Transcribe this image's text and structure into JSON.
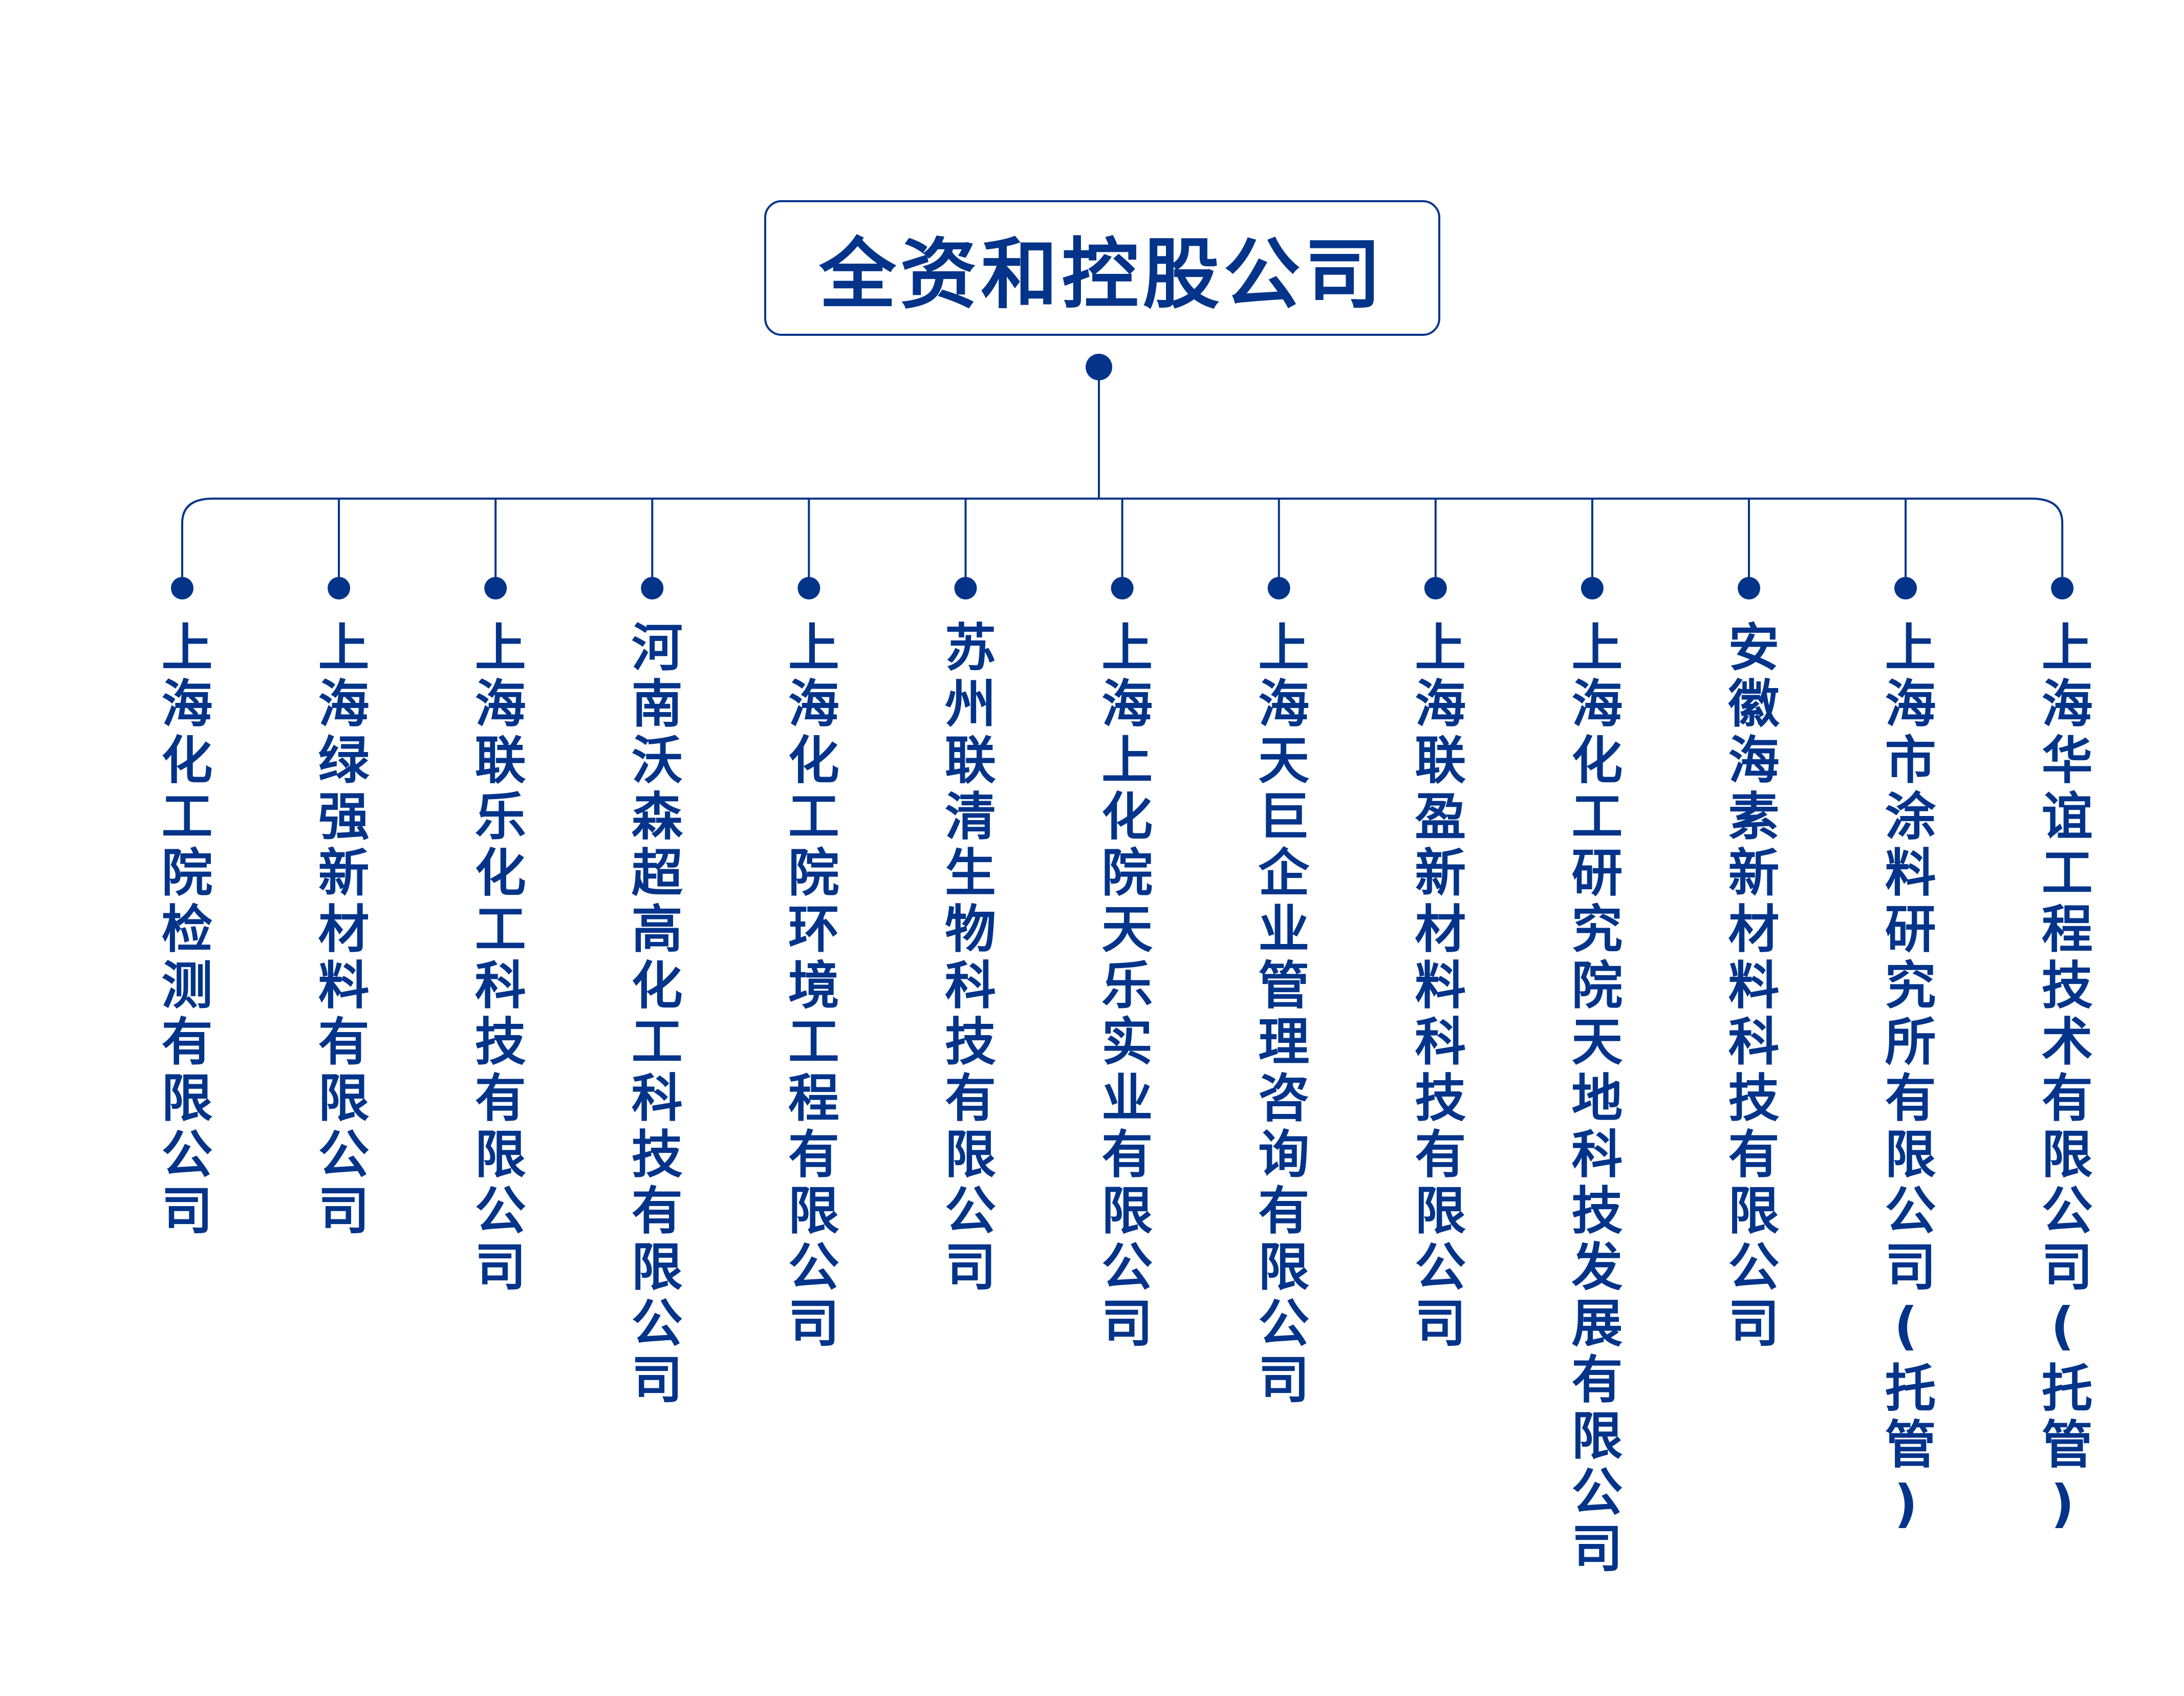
{
  "root": {
    "title": "全资和控股公司"
  },
  "subsidiaries": [
    {
      "name": "上海化工院检测有限公司"
    },
    {
      "name": "上海绿强新材料有限公司"
    },
    {
      "name": "上海联乐化工科技有限公司"
    },
    {
      "name": "河南沃森超高化工科技有限公司"
    },
    {
      "name": "上海化工院环境工程有限公司"
    },
    {
      "name": "苏州联清生物科技有限公司"
    },
    {
      "name": "上海上化院天乐实业有限公司"
    },
    {
      "name": "上海天巨企业管理咨询有限公司"
    },
    {
      "name": "上海联盈新材料科技有限公司"
    },
    {
      "name": "上海化工研究院天地科技发展有限公司"
    },
    {
      "name": "安徽海素新材料科技有限公司"
    },
    {
      "name": "上海市涂料研究所有限公司(托管)"
    },
    {
      "name": "上海华谊工程技术有限公司(托管)"
    }
  ],
  "colors": {
    "primary": "#03348a"
  }
}
